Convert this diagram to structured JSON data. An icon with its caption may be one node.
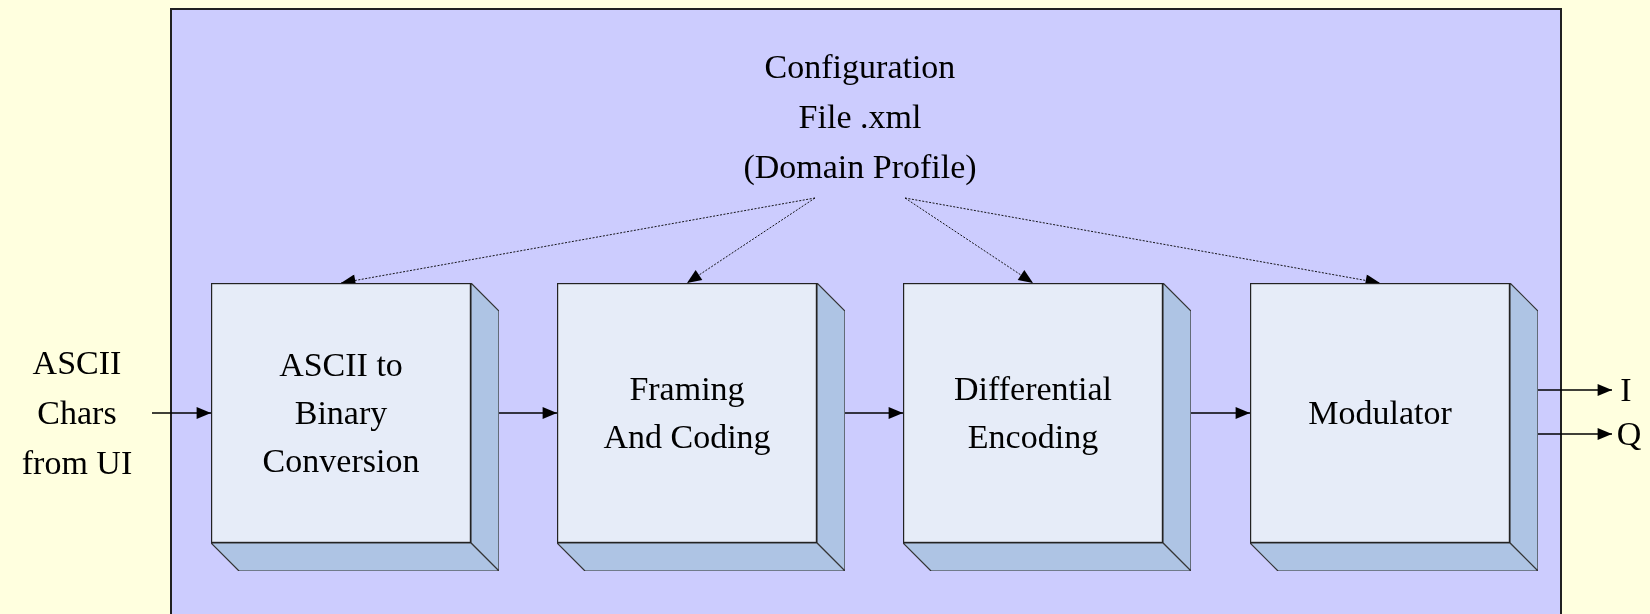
{
  "diagram": {
    "nodes": [
      {
        "text": [],
        "shape": "box"
      },
      {
        "text": [
          "Configuration File .xml (Domain Profile)"
        ],
        "in": 0
      },
      {
        "text": [
          "ASCII to Binary Conversion"
        ],
        "in": 0
      },
      {
        "text": [
          "Framing And Coding"
        ],
        "in": 0
      },
      {
        "text": [
          "Differential Encoding"
        ],
        "in": 0
      },
      {
        "text": [
          "Modulator"
        ],
        "in": 0
      },
      {
        "text": [
          "ASCII Chars from UI"
        ]
      },
      {
        "text": [
          "I"
        ]
      },
      {
        "text": [
          "Q"
        ]
      }
    ],
    "edges": [
      {
        "from": 1,
        "to": 2,
        "arrow": "to",
        "style": "dashed"
      },
      {
        "from": 1,
        "to": 3,
        "arrow": "to",
        "style": "dashed"
      },
      {
        "from": 1,
        "to": 4,
        "arrow": "to",
        "style": "dashed"
      },
      {
        "from": 1,
        "to": 5,
        "arrow": "to",
        "style": "dashed"
      },
      {
        "from": 6,
        "to": 2,
        "arrow": "to"
      },
      {
        "from": 2,
        "to": 3,
        "arrow": "to"
      },
      {
        "from": 3,
        "to": 4,
        "arrow": "to"
      },
      {
        "from": 4,
        "to": 5,
        "arrow": "to"
      },
      {
        "from": 5,
        "to": 7,
        "arrow": "to"
      },
      {
        "from": 5,
        "to": 8,
        "arrow": "to"
      }
    ]
  }
}
